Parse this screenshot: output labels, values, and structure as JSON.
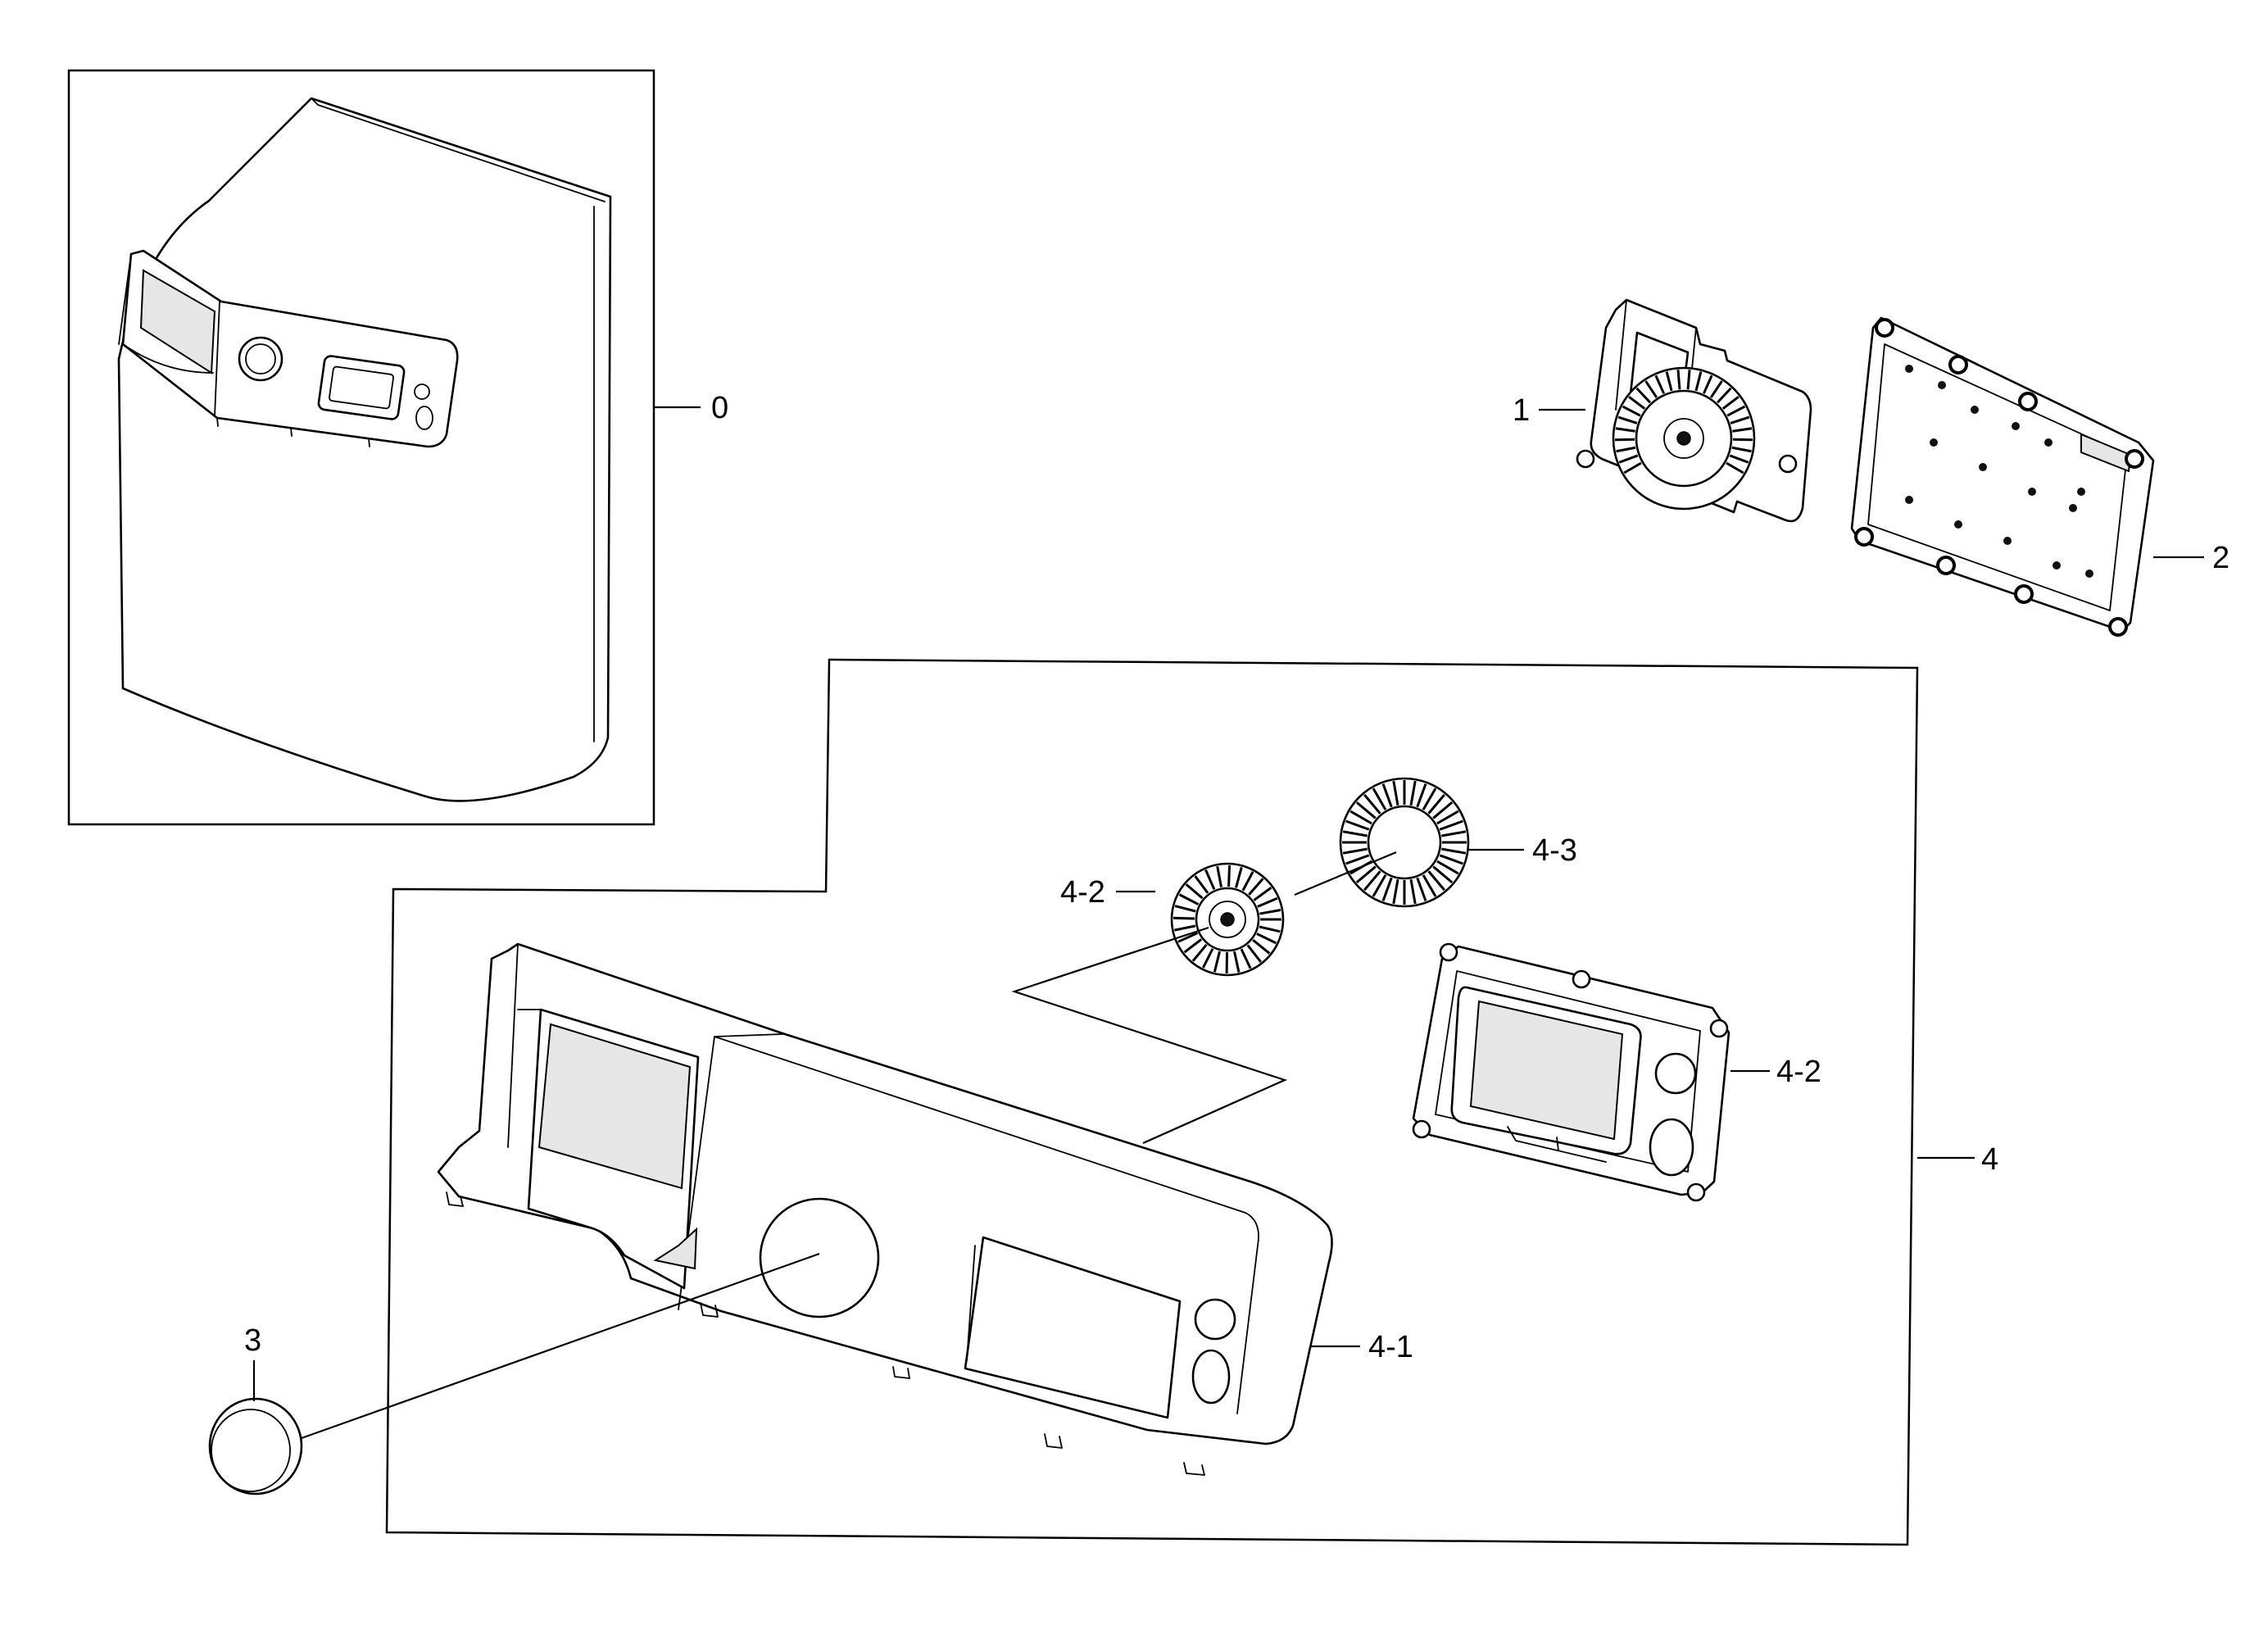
{
  "callouts": {
    "c0": "0",
    "c1": "1",
    "c2": "2",
    "c3": "3",
    "c4": "4",
    "c4_1": "4-1",
    "c4_2a": "4-2",
    "c4_2b": "4-2",
    "c4_3": "4-3"
  }
}
